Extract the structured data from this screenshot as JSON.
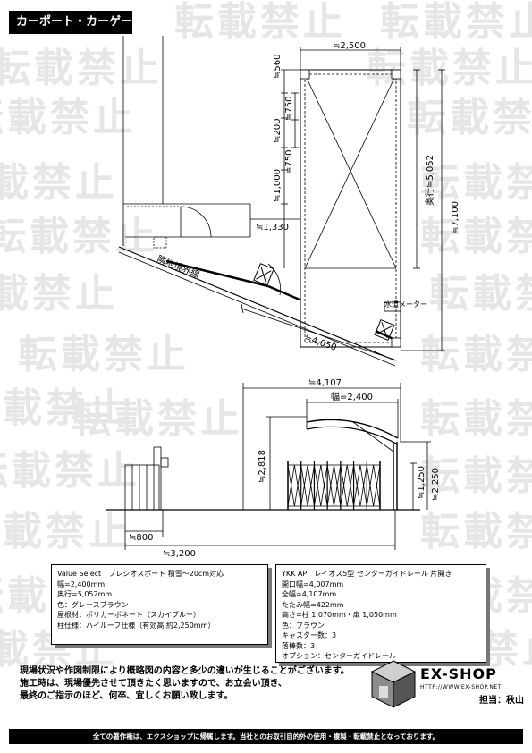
{
  "watermark_text": "転載禁止",
  "title": "カーポート・カーゲート",
  "plan": {
    "width_top": "≒2,500",
    "d560": "≒560",
    "d750a": "≒750",
    "d200": "≒200",
    "d750b": "≒750",
    "d1000": "≒1,000",
    "d1330": "≒1,330",
    "depth_inner": "奥行≒5,052",
    "depth_total": "≒7,100",
    "diag": "≒4,050",
    "boundary_label": "隣地境界線",
    "water_meter": "水道メーター"
  },
  "elev": {
    "w4107": "≒4,107",
    "w2400": "幅=2,400",
    "h2818": "≒2,818",
    "h1250": "≒1,250",
    "h2250": "≒2,250",
    "d800": "≒800",
    "d3200": "≒3,200"
  },
  "spec_left": {
    "lines": [
      "Value Select　プレシオスポート 積雪～20cm対応",
      "幅=2,400mm",
      "奥行=5,052mm",
      "色：グレースブラウン",
      "屋根材：ポリカーボネート（スカイブルー）",
      "柱仕様：ハイルーフ仕様（有効高 約2,250mm）"
    ]
  },
  "spec_right": {
    "lines": [
      "YKK AP　レイオス5型 センターガイドレール 片開き",
      "開口幅=4,007mm",
      "全幅=4,107mm",
      "たたみ幅=422mm",
      "高さ=柱 1,070mm・扉 1,050mm",
      "色：ブラウン",
      "キャスター数：3",
      "落棒数：3",
      "オプション：センターガイドレール"
    ]
  },
  "notes": [
    "現場状況や作図制限により概略図の内容と多少の違いが生じることがございます。",
    "施工時は、現場優先させて頂きたく思いますので、お立会い頂き、",
    "最終のご指示のほど、何卒、宜しくお願い致します。"
  ],
  "logo": {
    "brand": "EX-SHOP",
    "url": "HTTP://WWW.EX-SHOP.NET",
    "staff": "担当：秋山"
  },
  "footer": "全ての著作権は、エクスショップに帰属します。当社とのお取引目的外の使用・複製・転載禁止となっております。"
}
